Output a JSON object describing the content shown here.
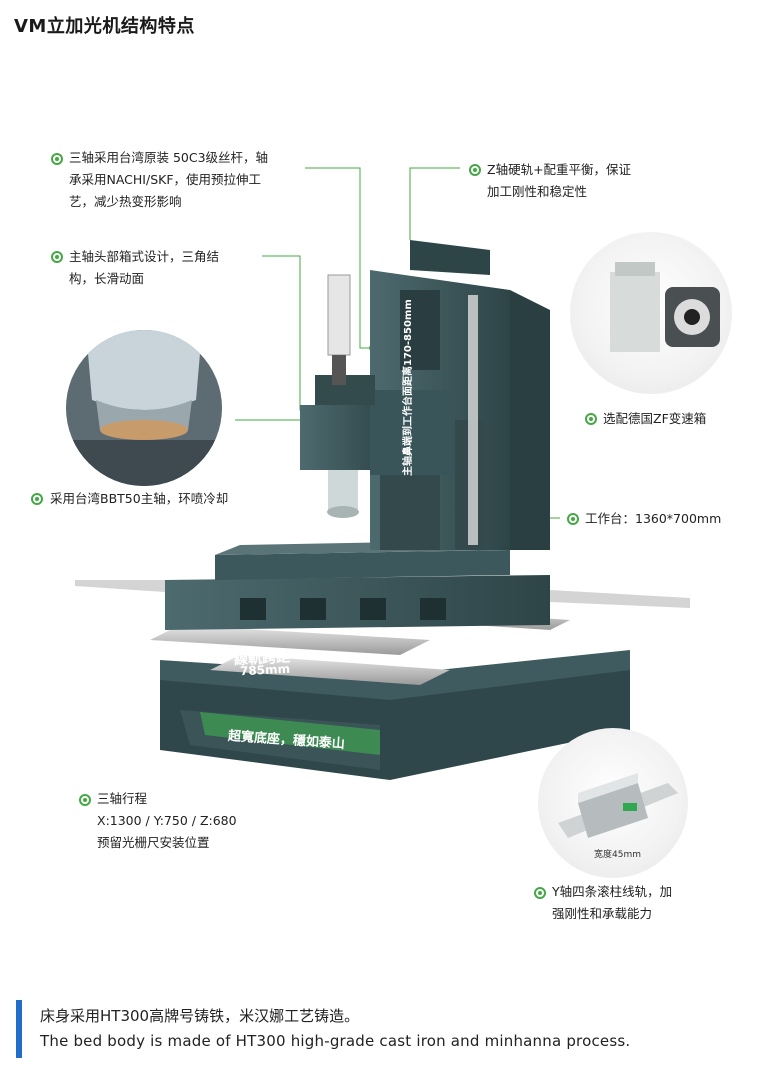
{
  "title": "VM立加光机结构特点",
  "notes": {
    "screw": [
      "三轴采用台湾原装 50C3级丝杆，轴",
      "承采用NACHI/SKF，使用预拉伸工",
      "艺，减少热变形影响"
    ],
    "head": [
      "主轴头部箱式设计，三角结",
      "构，长滑动面"
    ],
    "spindle": "采用台湾BBT50主轴，环喷冷却",
    "zaxis": [
      "Z轴硬轨+配重平衡，保证",
      "加工刚性和稳定性"
    ],
    "gearbox": "选配德国ZF变速箱",
    "table": "工作台：1360*700mm",
    "travel": [
      "三轴行程",
      "X:1300 / Y:750 / Z:680",
      "预留光栅尺安装位置"
    ],
    "yrail": [
      "Y轴四条滚柱线轨，加",
      "强刚性和承载能力"
    ]
  },
  "machine_labels": {
    "rail_span_1": "線軌跨距",
    "rail_span_2": "785mm",
    "base": "超寬底座，穩如泰山",
    "column": "主轴鼻端到工作台面距离170-850mm",
    "rail_width": "宽度45mm"
  },
  "footer": {
    "cn": "床身采用HT300高牌号铸铁，米汉娜工艺铸造。",
    "en": "The bed body is made of HT300 high-grade cast iron and minhanna process."
  },
  "colors": {
    "accent": "#45a845",
    "bar": "#1f6fc9",
    "machine": "#3f5a5e"
  }
}
